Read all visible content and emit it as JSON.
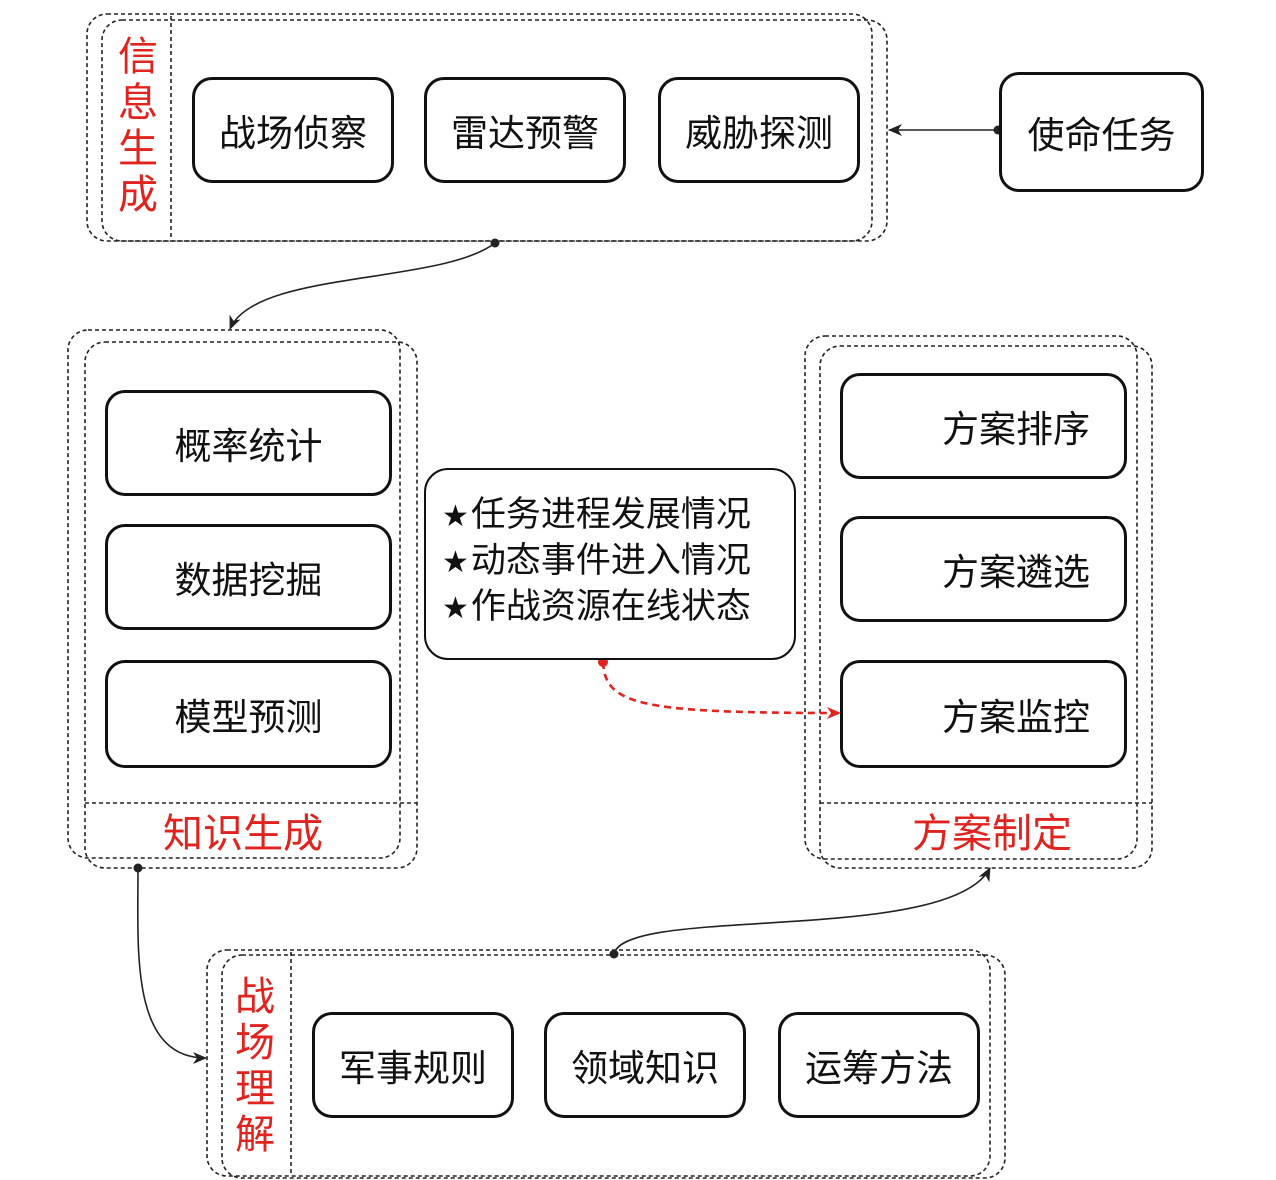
{
  "groups": {
    "info": {
      "label": "信息生成",
      "items": [
        "战场侦察",
        "雷达预警",
        "威胁探测"
      ]
    },
    "knowledge": {
      "label": "知识生成",
      "items": [
        "概率统计",
        "数据挖掘",
        "模型预测"
      ]
    },
    "plan": {
      "label": "方案制定",
      "items": [
        "方案排序",
        "方案遴选",
        "方案监控"
      ]
    },
    "battlefield": {
      "label": "战场理解",
      "items": [
        "军事规则",
        "领域知识",
        "运筹方法"
      ]
    }
  },
  "mission": "使命任务",
  "note": {
    "bullet": "★",
    "lines": [
      "任务进程发展情况",
      "动态事件进入情况",
      "作战资源在线状态"
    ]
  },
  "colors": {
    "label": "#e0231e",
    "line": "#111111",
    "accent_arrow": "#e0231e"
  }
}
